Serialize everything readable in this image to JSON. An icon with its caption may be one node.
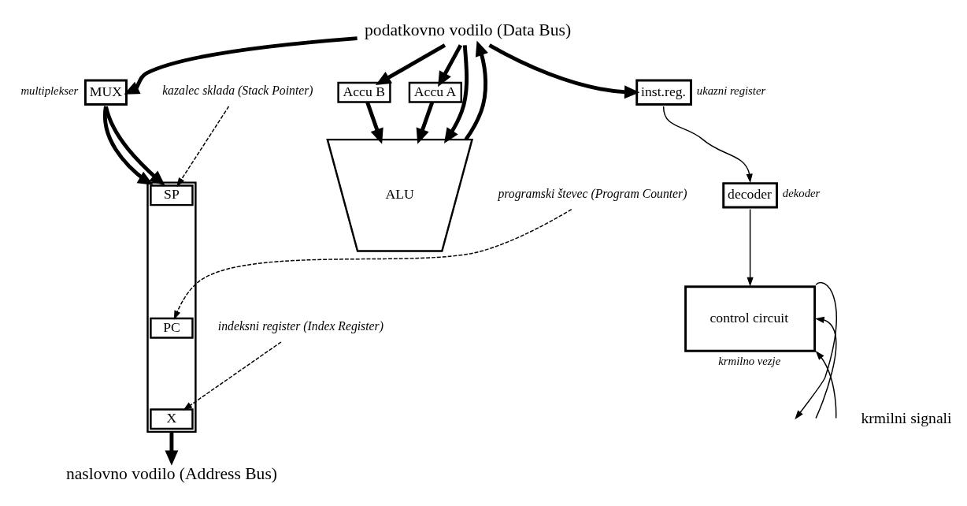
{
  "diagram": {
    "nodes": [
      {
        "text": [
          "podatkovno vodilo (Data Bus)"
        ]
      },
      {
        "text": [
          "MUX"
        ],
        "beside": [
          "multiplekser"
        ]
      },
      {
        "text": [
          "Accu B"
        ]
      },
      {
        "text": [
          "Accu A"
        ]
      },
      {
        "text": [
          "ALU"
        ]
      },
      {
        "text": [
          "inst.reg."
        ],
        "beside": [
          "ukazni register"
        ]
      },
      {
        "text": [
          "decoder"
        ],
        "beside": [
          "dekoder"
        ]
      },
      {
        "text": [
          "control circuit"
        ],
        "beside": [
          "krmilno vezje"
        ]
      },
      {
        "text": [],
        "shape": "box"
      },
      {
        "text": [
          "SP"
        ],
        "in": 8
      },
      {
        "text": [
          "PC"
        ],
        "in": 8
      },
      {
        "text": [
          "X"
        ],
        "in": 8
      },
      {
        "text": [
          "kazalec sklada (Stack Pointer)"
        ]
      },
      {
        "text": [
          "programski števec (Program Counter)"
        ]
      },
      {
        "text": [
          "indeksni register (Index Register)"
        ]
      },
      {
        "text": [
          "naslovno vodilo (Address Bus)"
        ]
      }
    ],
    "edges": [
      {
        "from": 0,
        "to": 1,
        "arrow": "to"
      },
      {
        "from": 0,
        "to": 2,
        "arrow": "to"
      },
      {
        "from": 0,
        "to": 3,
        "arrow": "to"
      },
      {
        "from": 0,
        "to": 4,
        "arrow": "to"
      },
      {
        "from": 4,
        "to": 0,
        "arrow": "to"
      },
      {
        "from": 0,
        "to": 5,
        "arrow": "to"
      },
      {
        "from": 1,
        "to": 8,
        "arrow": "to"
      },
      {
        "from": 1,
        "to": 8,
        "arrow": "to"
      },
      {
        "from": 2,
        "to": 4,
        "arrow": "to"
      },
      {
        "from": 3,
        "to": 4,
        "arrow": "to"
      },
      {
        "from": 5,
        "to": 6,
        "arrow": "to"
      },
      {
        "from": 6,
        "to": 7,
        "arrow": "to"
      },
      {
        "from": 12,
        "to": 9,
        "arrow": "to",
        "style": "dashed"
      },
      {
        "from": 13,
        "to": 10,
        "arrow": "to",
        "style": "dashed"
      },
      {
        "from": 14,
        "to": 11,
        "arrow": "to",
        "style": "dashed"
      },
      {
        "from": 8,
        "to": 15,
        "arrow": "to"
      },
      {
        "from": 7,
        "to": null,
        "arrow": "to"
      },
      {
        "from": null,
        "to": 7,
        "arrow": "to"
      },
      {
        "from": null,
        "to": 7,
        "arrow": "to"
      }
    ],
    "labels": [
      "krmilni signali"
    ]
  }
}
